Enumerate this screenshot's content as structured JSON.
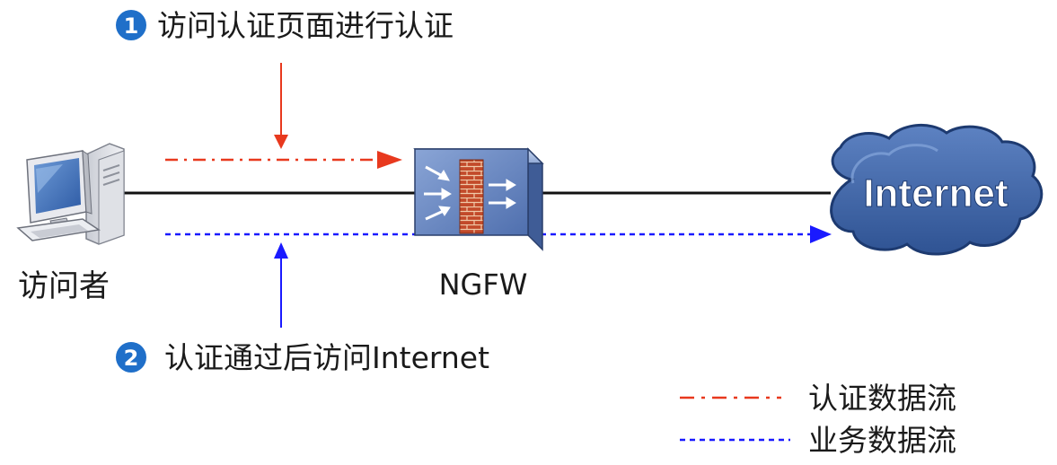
{
  "colors": {
    "auth_flow": "#e8391e",
    "business_flow": "#1a1aff",
    "link": "#111111",
    "badge": "#1f6fc9",
    "cloud_fill": "#3b63a6",
    "cloud_outline": "#1d3a70"
  },
  "step1": {
    "number": "1",
    "text": "访问认证页面进行认证"
  },
  "step2": {
    "number": "2",
    "text": "认证通过后访问Internet"
  },
  "nodes": {
    "visitor": "访问者",
    "firewall": "NGFW",
    "internet": "Internet"
  },
  "icons": {
    "visitor": "desktop-computer-icon",
    "firewall": "firewall-icon",
    "internet": "cloud-icon"
  },
  "legend": {
    "auth_flow": "认证数据流",
    "business_flow": "业务数据流"
  }
}
